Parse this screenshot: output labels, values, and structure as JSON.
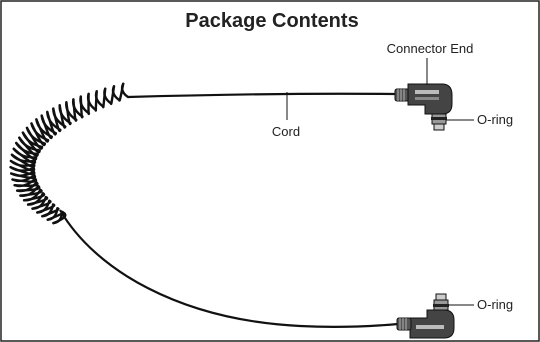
{
  "title": "Package Contents",
  "labels": {
    "connector_end": "Connector End",
    "cord": "Cord",
    "o_ring_top": "O-ring",
    "o_ring_bottom": "O-ring"
  }
}
